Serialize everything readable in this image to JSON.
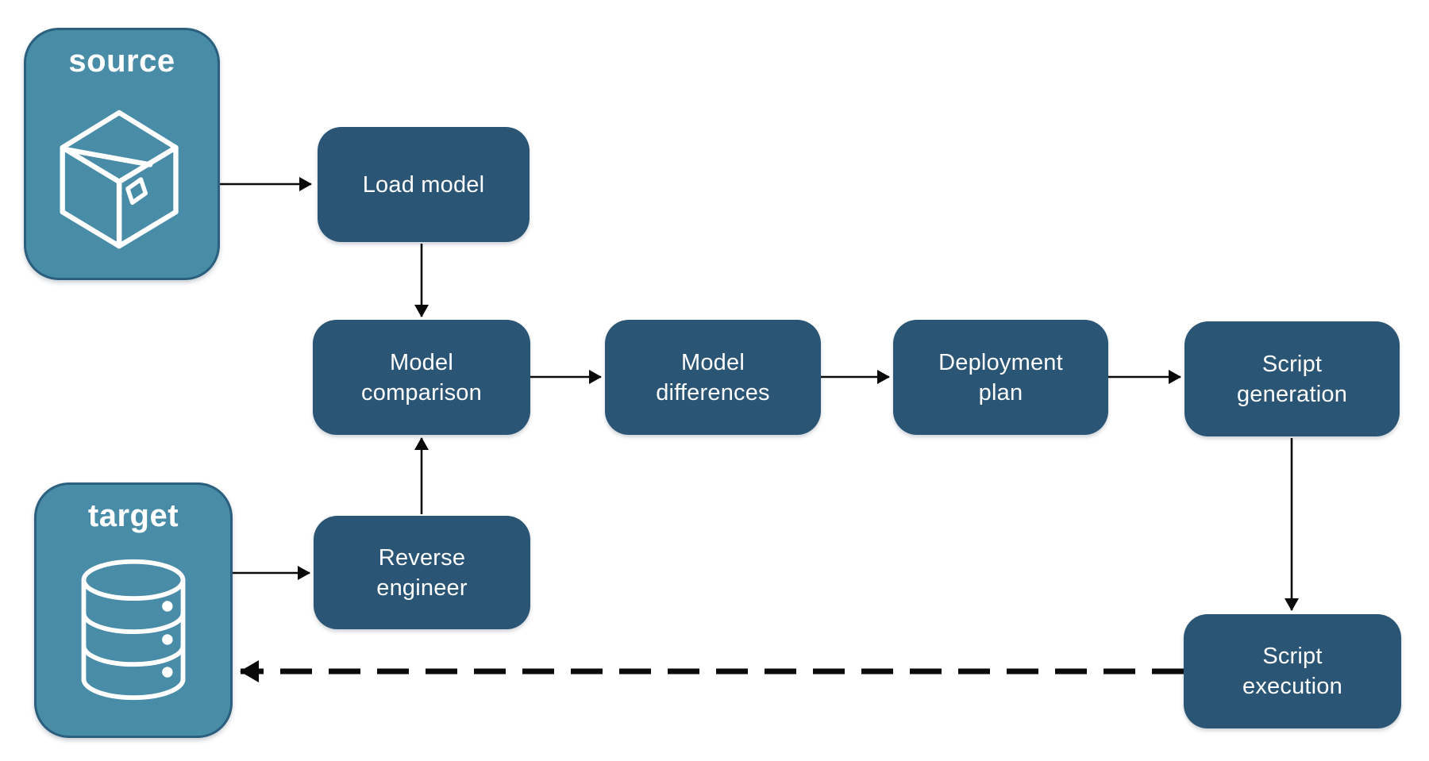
{
  "diagram": {
    "endpoints": {
      "source": {
        "label": "source",
        "icon": "package-icon"
      },
      "target": {
        "label": "target",
        "icon": "database-icon"
      }
    },
    "nodes": {
      "load_model": {
        "label": "Load model"
      },
      "model_comparison": {
        "label": "Model\ncomparison"
      },
      "model_differences": {
        "label": "Model\ndifferences"
      },
      "deployment_plan": {
        "label": "Deployment\nplan"
      },
      "script_generation": {
        "label": "Script\ngeneration"
      },
      "reverse_engineer": {
        "label": "Reverse\nengineer"
      },
      "script_execution": {
        "label": "Script\nexecution"
      }
    },
    "edges": [
      {
        "from": "source",
        "to": "load_model",
        "style": "solid"
      },
      {
        "from": "load_model",
        "to": "model_comparison",
        "style": "solid"
      },
      {
        "from": "model_comparison",
        "to": "model_differences",
        "style": "solid"
      },
      {
        "from": "model_differences",
        "to": "deployment_plan",
        "style": "solid"
      },
      {
        "from": "deployment_plan",
        "to": "script_generation",
        "style": "solid"
      },
      {
        "from": "script_generation",
        "to": "script_execution",
        "style": "solid"
      },
      {
        "from": "target",
        "to": "reverse_engineer",
        "style": "solid"
      },
      {
        "from": "reverse_engineer",
        "to": "model_comparison",
        "style": "solid"
      },
      {
        "from": "script_execution",
        "to": "target",
        "style": "dashed"
      }
    ],
    "colors": {
      "node_fill": "#2B5574",
      "node_text": "#FFFFFF",
      "endpoint_fill": "#488CA8",
      "endpoint_border": "#2A5F7D",
      "endpoint_text": "#FFFFFF",
      "edge_color": "#0A0A0A",
      "background": "#FFFFFF"
    }
  }
}
